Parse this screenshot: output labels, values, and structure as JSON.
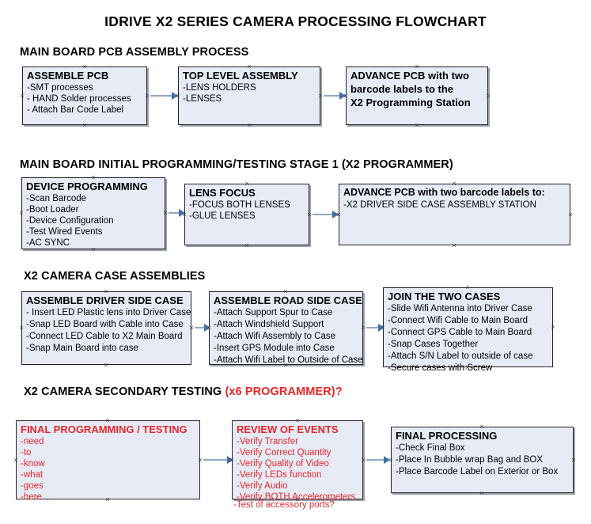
{
  "document": {
    "title": "IDRIVE X2  SERIES CAMERA PROCESSING FLOWCHART"
  },
  "colors": {
    "box_fill": "#e6ebf5",
    "box_border": "#222222",
    "arrow_line": "#8fa8c4",
    "arrow_head": "#3f6fa8",
    "accent_red": "#e8262a",
    "text": "#000000"
  },
  "sections": [
    {
      "id": "main-board-pcb-assembly",
      "heading": "MAIN BOARD PCB ASSEMBLY PROCESS",
      "heading_accent": "",
      "nodes": [
        {
          "id": "assemble-pcb",
          "title": "ASSEMBLE PCB",
          "lines": [
            "-SMT processes",
            "- HAND Solder processes",
            "- Attach Bar Code Label"
          ]
        },
        {
          "id": "top-level-assembly",
          "title": "TOP LEVEL ASSEMBLY",
          "lines": [
            "-LENS HOLDERS",
            "-LENSES"
          ]
        },
        {
          "id": "advance-pcb-programming-station",
          "title": "ADVANCE PCB with two",
          "lines": [
            "barcode labels to the",
            " X2 Programming Station"
          ]
        }
      ]
    },
    {
      "id": "main-board-initial-programming",
      "heading": "MAIN BOARD INITIAL PROGRAMMING/TESTING STAGE 1 (X2 PROGRAMMER)",
      "heading_accent": "",
      "nodes": [
        {
          "id": "device-programming",
          "title": "DEVICE PROGRAMMING",
          "lines": [
            "-Scan Barcode",
            "-Boot Loader",
            "-Device Configuration",
            "-Test Wired Events",
            "-AC SYNC"
          ]
        },
        {
          "id": "lens-focus",
          "title": "LENS FOCUS",
          "lines": [
            "-FOCUS BOTH LENSES",
            "-GLUE LENSES"
          ]
        },
        {
          "id": "advance-pcb-driver-side",
          "title": "ADVANCE PCB with two barcode labels to:",
          "lines": [
            "-X2 DRIVER  SIDE  CASE  ASSEMBLY STATION"
          ]
        }
      ]
    },
    {
      "id": "x2-camera-case-assemblies",
      "heading": "X2 CAMERA CASE ASSEMBLIES",
      "heading_accent": "",
      "nodes": [
        {
          "id": "assemble-driver-side-case",
          "title": "ASSEMBLE DRIVER SIDE CASE",
          "lines": [
            "- Insert LED Plastic lens into Driver Case",
            "-Snap LED Board with Cable into Case",
            "-Connect LED Cable to X2 Main Board",
            "-Snap Main Board into case"
          ]
        },
        {
          "id": "assemble-road-side-case",
          "title": "ASSEMBLE ROAD SIDE CASE",
          "lines": [
            "-Attach Support Spur to Case",
            "-Attach Windshield Support",
            "-Attach Wifi Assembly to Case",
            "-Insert GPS Module into Case",
            "-Attach Wifi Label to Outside of Case"
          ]
        },
        {
          "id": "join-the-two-cases",
          "title": "JOIN THE TWO CASES",
          "lines": [
            "-Slide Wifi Antenna into Driver Case",
            "-Connect Wifi Cable to Main Board",
            "-Connect GPS Cable to Main Board",
            "-Snap Cases Together",
            "-Attach S/N Label to outside of case",
            "-Secure cases with Screw"
          ]
        }
      ]
    },
    {
      "id": "x2-camera-secondary-testing",
      "heading": "X2 CAMERA SECONDARY TESTING ",
      "heading_accent": "(x6 PROGRAMMER)?",
      "nodes": [
        {
          "id": "final-programming-testing",
          "title": "FINAL PROGRAMMING / TESTING",
          "lines": [
            "-need",
            "-to",
            "-know",
            "-what",
            "-goes",
            "-here"
          ]
        },
        {
          "id": "review-of-events",
          "title": "REVIEW OF EVENTS",
          "lines": [
            "-Verify Transfer",
            "-Verify Correct Quantity",
            "-Verify Quality of Video",
            "-Verify LEDs function",
            "-Verify Audio",
            "-Verify BOTH Accelerometers"
          ],
          "overflow_line": "-Test of accessory ports?"
        },
        {
          "id": "final-processing",
          "title": "FINAL PROCESSING",
          "lines": [
            " -Check Final Box",
            "-Place In Bubble wrap Bag and BOX",
            "-Place Barcode Label on Exterior or Box"
          ]
        }
      ]
    }
  ]
}
